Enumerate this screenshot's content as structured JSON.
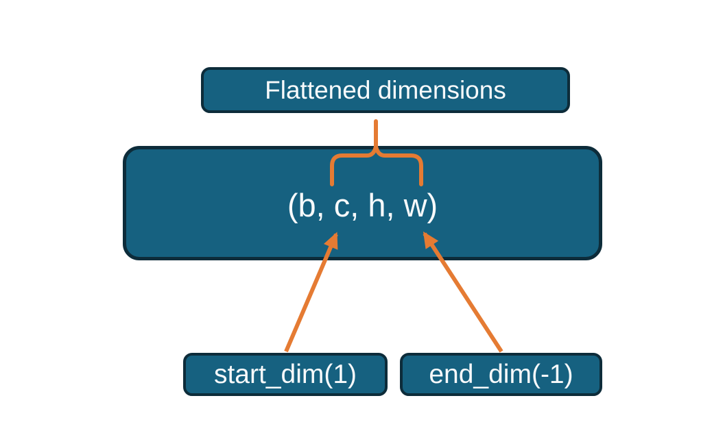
{
  "colors": {
    "background": "#ffffff",
    "node-fill": "#166180",
    "node-border": "#0d2c3a",
    "connector": "#e57b33",
    "node-text": "#f8fafb"
  },
  "nodes": {
    "flattened": {
      "label": "Flattened dimensions"
    },
    "tensor_shape": {
      "label": "(b, c, h, w)"
    },
    "start_dim": {
      "label": "start_dim(1)"
    },
    "end_dim": {
      "label": "end_dim(-1)"
    }
  },
  "connectors": [
    {
      "name": "flatten-brace",
      "type": "curly-brace",
      "from": "flattened",
      "spans": "c, h, w"
    },
    {
      "name": "start-dim-arrow",
      "type": "arrow",
      "from": "start_dim",
      "points_to": "c"
    },
    {
      "name": "end-dim-arrow",
      "type": "arrow",
      "from": "end_dim",
      "points_to": "w"
    }
  ]
}
